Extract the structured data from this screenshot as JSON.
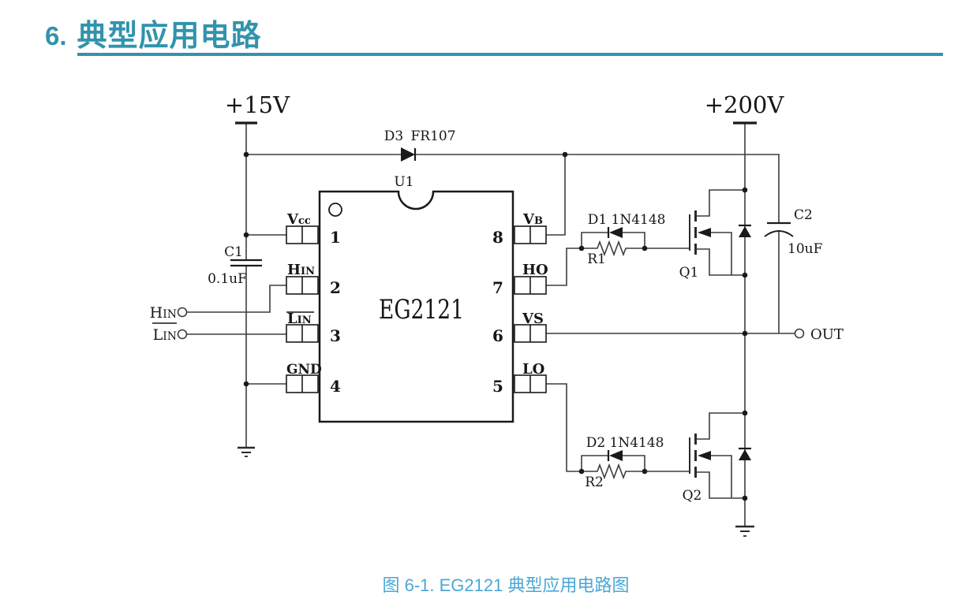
{
  "header": {
    "number": "6.",
    "title": "典型应用电路",
    "accent_color": "#3193ac"
  },
  "caption": {
    "text": "图 6-1. EG2121 典型应用电路图",
    "color": "#4ba7d6"
  },
  "schematic": {
    "rails": {
      "left": "+15V",
      "right": "+200V"
    },
    "ic": {
      "ref": "U1",
      "part": "EG2121",
      "pins": {
        "p1": {
          "num": "1",
          "main": "V",
          "sub": "cc"
        },
        "p2": {
          "num": "2",
          "main": "H",
          "sub": "IN"
        },
        "p3": {
          "num": "3",
          "main": "L",
          "sub": "IN"
        },
        "p4": {
          "num": "4",
          "main": "GND",
          "sub": ""
        },
        "p8": {
          "num": "8",
          "main": "V",
          "sub": "B"
        },
        "p7": {
          "num": "7",
          "main": "HO",
          "sub": ""
        },
        "p6": {
          "num": "6",
          "main": "VS",
          "sub": ""
        },
        "p5": {
          "num": "5",
          "main": "LO",
          "sub": ""
        }
      }
    },
    "components": {
      "d3": {
        "ref": "D3",
        "value": "FR107"
      },
      "c1": {
        "ref": "C1",
        "value": "0.1uF"
      },
      "c2": {
        "ref": "C2",
        "value": "10uF"
      },
      "d1": {
        "ref": "D1",
        "value": "1N4148"
      },
      "r1": {
        "ref": "R1"
      },
      "q1": {
        "ref": "Q1"
      },
      "d2": {
        "ref": "D2",
        "value": "1N4148"
      },
      "r2": {
        "ref": "R2"
      },
      "q2": {
        "ref": "Q2"
      }
    },
    "terminals": {
      "hin": {
        "main": "H",
        "sub": "IN"
      },
      "lin": {
        "main": "L",
        "sub": "IN"
      },
      "out": "OUT"
    }
  }
}
